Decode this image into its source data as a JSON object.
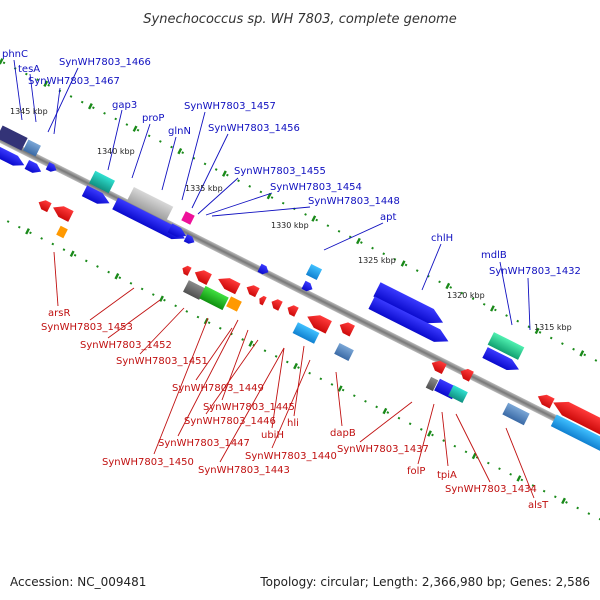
{
  "title": "Synechococcus sp. WH 7803, complete genome",
  "footer": {
    "accession": "Accession: NC_009481",
    "summary": "Topology: circular; Length: 2,366,980 bp; Genes: 2,586"
  },
  "colors": {
    "forward": "#1a1aee",
    "reverse": "#ee1111",
    "top_label": "#1010c0",
    "bottom_label": "#c01010",
    "tick": "#1a8a1a",
    "backbone": "#888888"
  },
  "scale_labels": [
    "1345 kbp",
    "1340 kbp",
    "1335 kbp",
    "1330 kbp",
    "1325 kbp",
    "1320 kbp",
    "1315 kbp"
  ],
  "top_labels": [
    "phnC",
    "tesA",
    "SynWH7803_1466",
    "SynWH7803_1467",
    "gap3",
    "proP",
    "glnN",
    "SynWH7803_1457",
    "SynWH7803_1456",
    "SynWH7803_1455",
    "SynWH7803_1454",
    "SynWH7803_1448",
    "apt",
    "chlH",
    "mdlB",
    "SynWH7803_1432"
  ],
  "bottom_labels": [
    "arsR",
    "SynWH7803_1453",
    "SynWH7803_1452",
    "SynWH7803_1451",
    "SynWH7803_1449",
    "SynWH7803_1445",
    "SynWH7803_1446",
    "SynWH7803_1447",
    "ubiH",
    "hli",
    "SynWH7803_1450",
    "SynWH7803_1443",
    "SynWH7803_1440",
    "dapB",
    "SynWH7803_1437",
    "folP",
    "tpiA",
    "SynWH7803_1434",
    "alsT"
  ]
}
